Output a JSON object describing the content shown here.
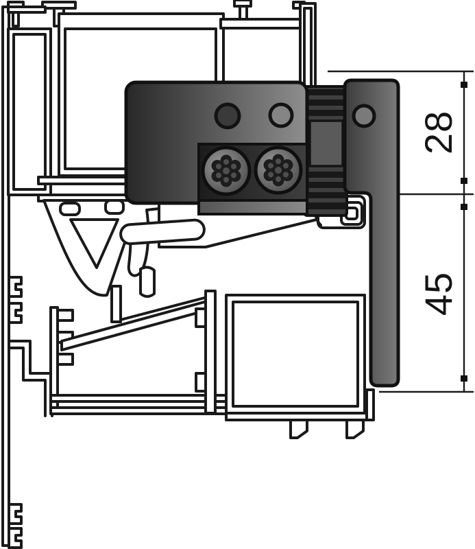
{
  "drawing": {
    "type": "technical-cross-section-diagram",
    "subject": "concealed-hinge-on-aluminium-window-profile",
    "dimensions": {
      "upper": {
        "value": "28",
        "orientation": "vertical"
      },
      "lower": {
        "value": "45",
        "orientation": "vertical"
      }
    },
    "colors": {
      "background": "#ffffff",
      "line": "#1a1a1a",
      "hinge_body_dark": "#282828",
      "hinge_body_light": "#8e8e8e",
      "hinge_plate_dark": "#3c3c3c",
      "hinge_plate_light": "#7a7a7a",
      "screw_plate_dark": "#1f1f1f",
      "screw_head_light": "#8f8f8f",
      "screw_recess": "#242424",
      "dimension_text": "#141414"
    },
    "components": [
      "sash-profile",
      "frame-profile",
      "glazing-gasket",
      "support-bracket",
      "seal-block",
      "hinge-body",
      "screw-plate",
      "torx-screws",
      "clamp-connector",
      "hinge-plate",
      "dimension-28",
      "dimension-45"
    ]
  }
}
